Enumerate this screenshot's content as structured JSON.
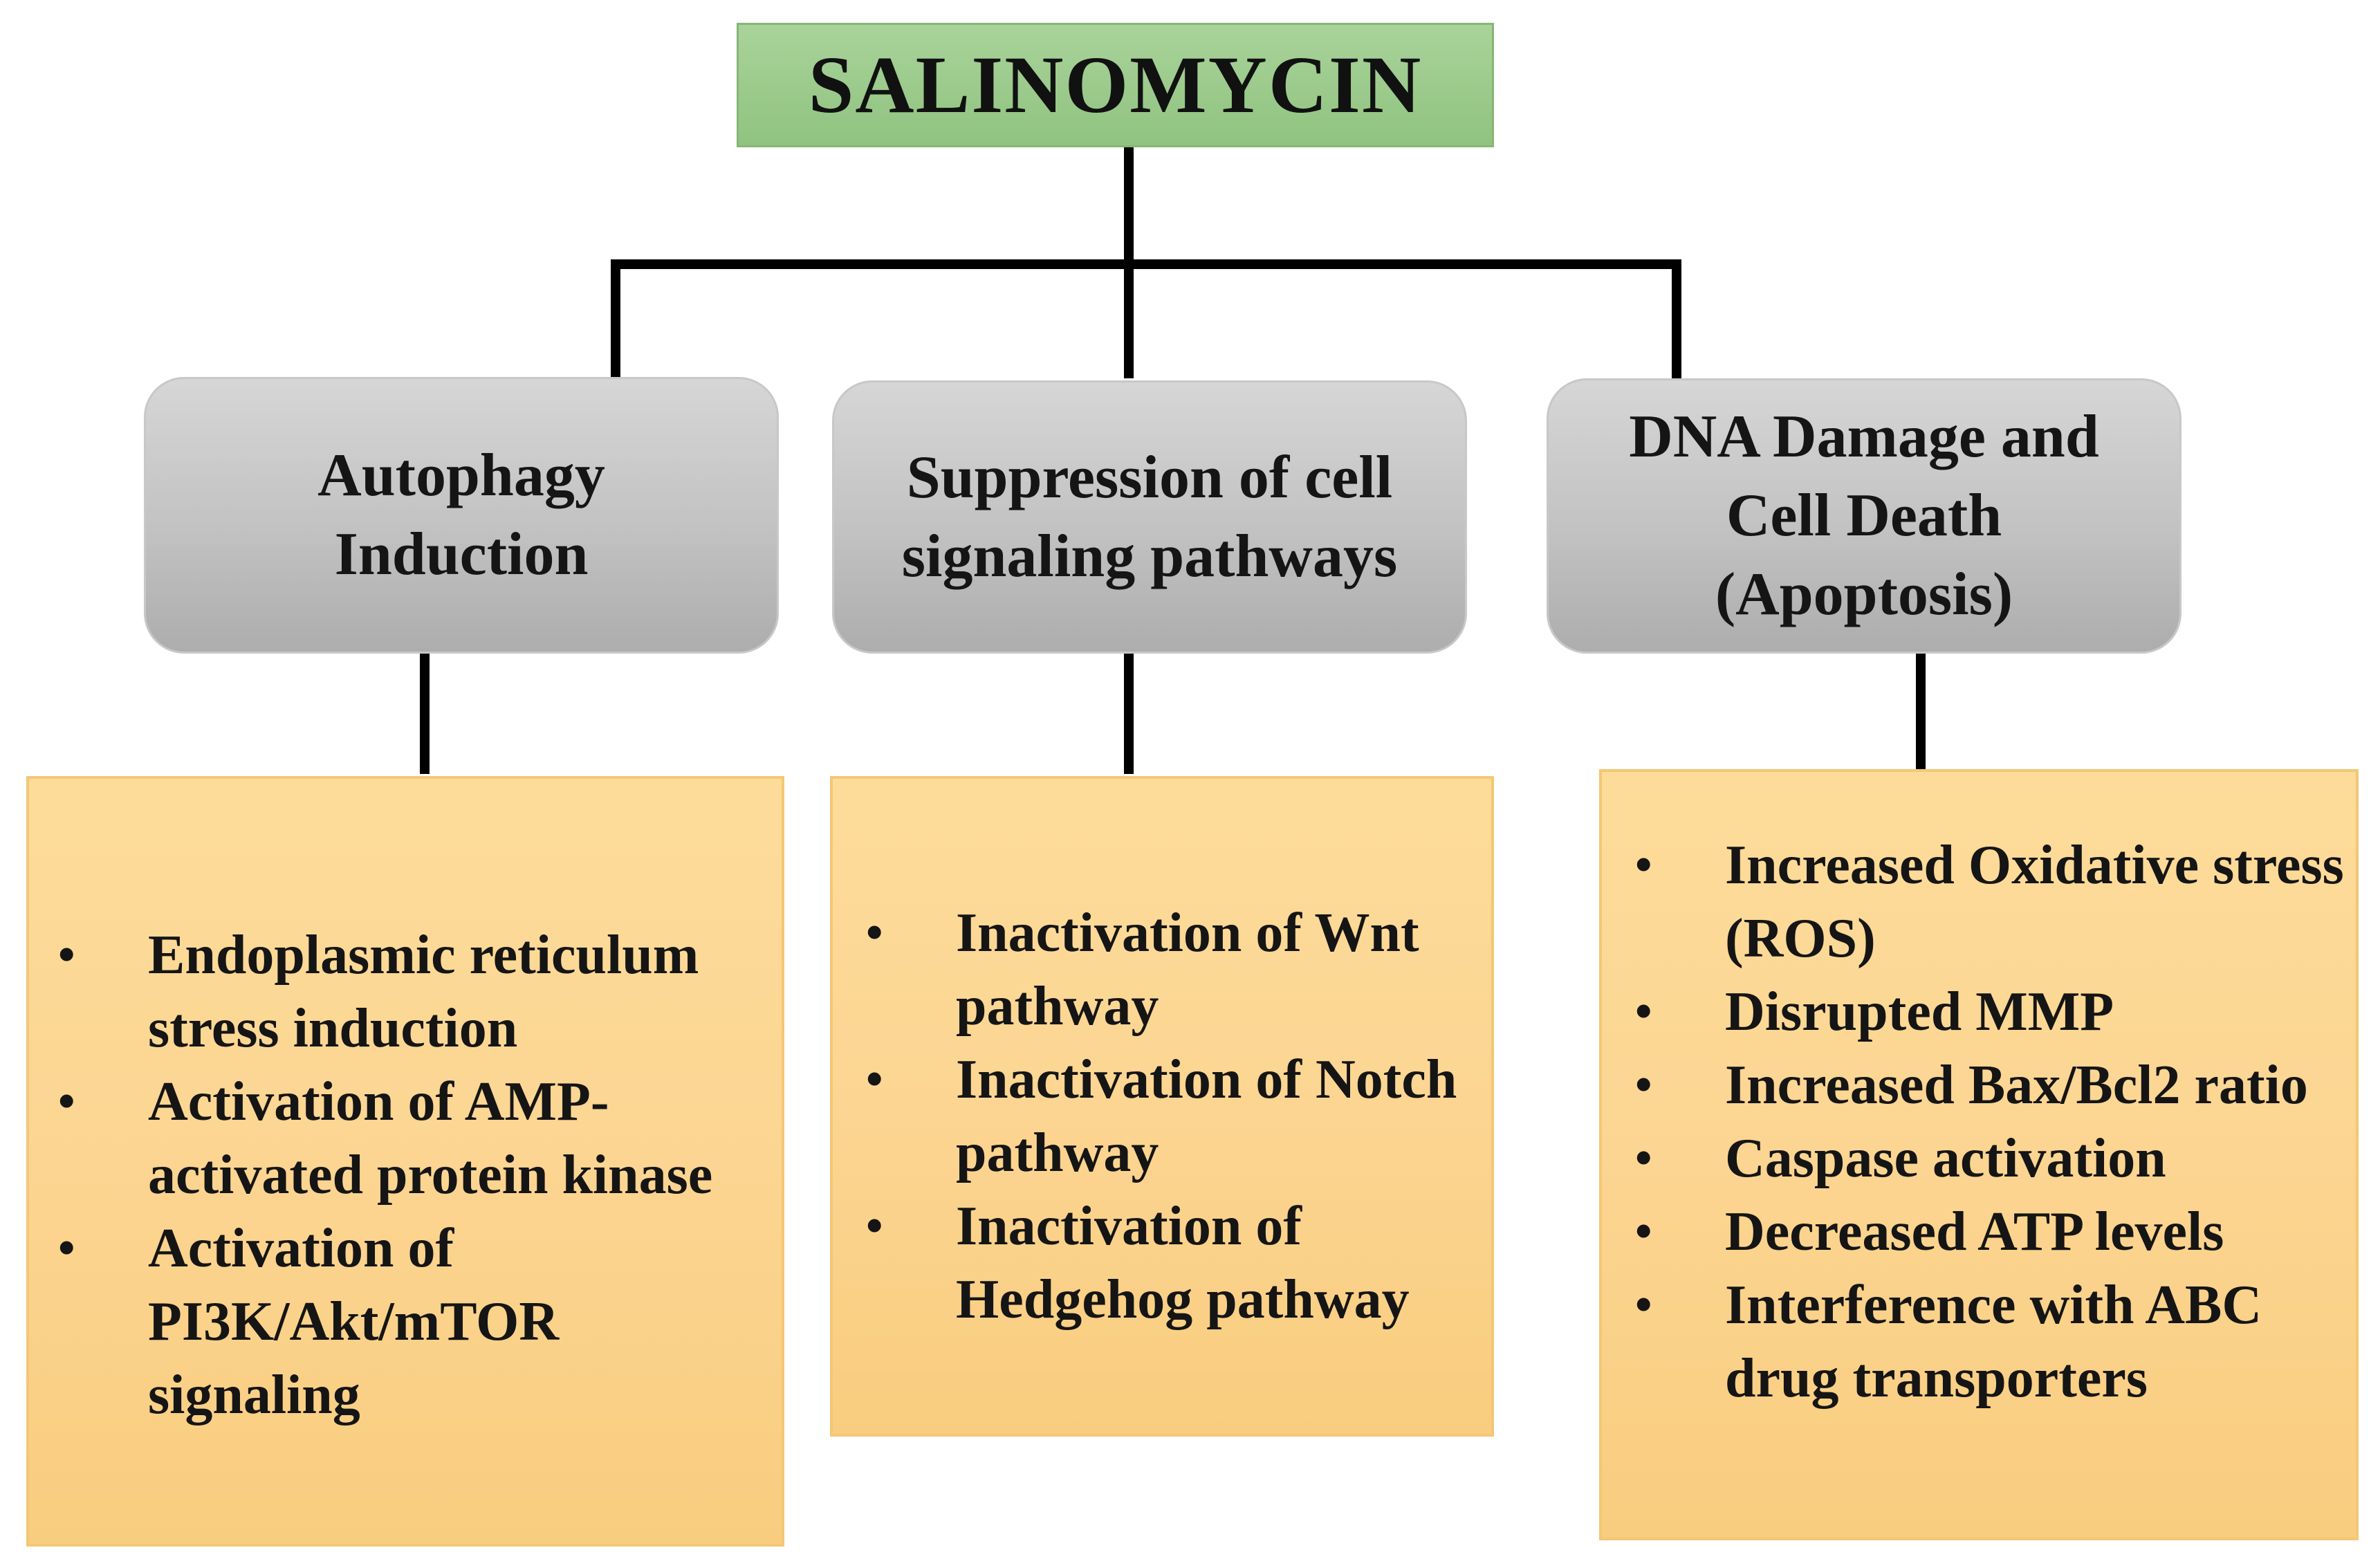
{
  "title": "SALINOMYCIN",
  "categories": [
    {
      "label": "Autophagy\nInduction",
      "items": [
        "Endoplasmic reticulum stress induction",
        "Activation of AMP-activated protein kinase",
        "Activation of PI3K/Akt/mTOR signaling"
      ]
    },
    {
      "label": "Suppression of cell\nsignaling pathways",
      "items": [
        "Inactivation of Wnt pathway",
        "Inactivation of Notch pathway",
        "Inactivation of Hedgehog pathway"
      ]
    },
    {
      "label": "DNA Damage and\nCell Death\n(Apoptosis)",
      "items": [
        "Increased Oxidative stress (ROS)",
        "Disrupted MMP",
        "Increased Bax/Bcl2 ratio",
        "Caspase activation",
        "Decreased ATP levels",
        "Interference with ABC drug transporters"
      ]
    }
  ],
  "bullet_symbol": "•",
  "colors": {
    "title_fill": "#9fcb8e",
    "category_fill": "#c4c4c4",
    "detail_fill": "#fcd592",
    "connector": "#000000"
  }
}
